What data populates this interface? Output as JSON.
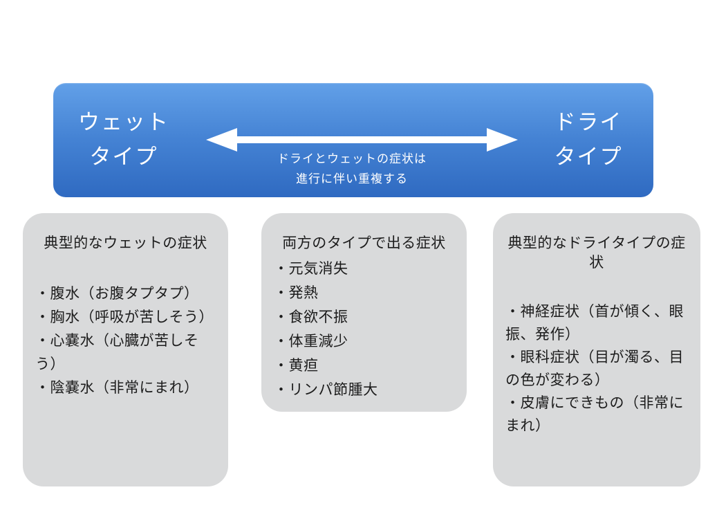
{
  "banner": {
    "left_type": {
      "line1": "ウェット",
      "line2": "タイプ"
    },
    "right_type": {
      "line1": "ドライ",
      "line2": "タイプ"
    },
    "arrow_caption": {
      "line1": "ドライとウェットの症状は",
      "line2": "進行に伴い重複する"
    },
    "colors": {
      "gradient_top": "#62a0e8",
      "gradient_bottom": "#2f6ac1",
      "text": "#ffffff",
      "arrow": "#ffffff"
    }
  },
  "boxes": {
    "wet": {
      "title": "典型的なウェットの症状",
      "items": [
        "・腹水（お腹タプタプ）",
        "・胸水（呼吸が苦しそう）",
        "・心嚢水（心臓が苦しそう）",
        "・陰嚢水（非常にまれ）"
      ]
    },
    "both": {
      "title": "両方のタイプで出る症状",
      "items": [
        "・元気消失",
        "・発熱",
        "・食欲不振",
        "・体重減少",
        "・黄疸",
        "・リンパ節腫大"
      ]
    },
    "dry": {
      "title": "典型的なドライタイプの症状",
      "items": [
        "・神経症状（首が傾く、眼振、発作）",
        "・眼科症状（目が濁る、目の色が変わる）",
        "・皮膚にできもの（非常にまれ）"
      ]
    },
    "colors": {
      "background": "#d9dadb",
      "text": "#1c1c1c"
    }
  },
  "page": {
    "background": "#ffffff"
  }
}
